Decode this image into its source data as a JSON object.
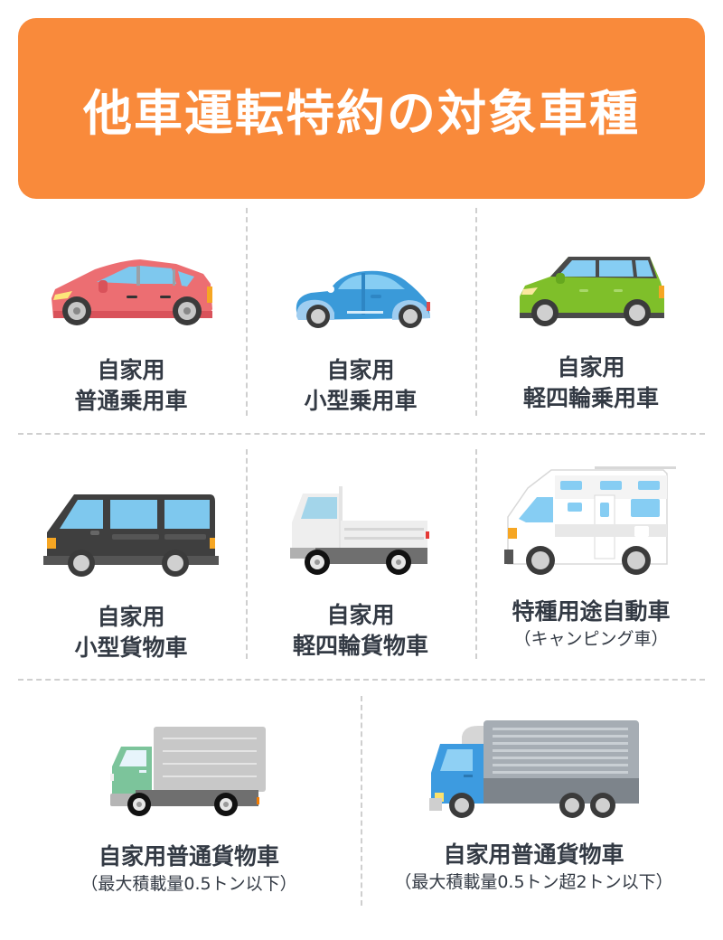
{
  "header": {
    "title": "他車運転特約の対象車種",
    "background_color": "#f98a3b"
  },
  "vehicles": [
    {
      "icon": "red-sedan-icon",
      "line1": "自家用",
      "line2": "普通乗用車",
      "note": ""
    },
    {
      "icon": "blue-compact-car-icon",
      "line1": "自家用",
      "line2": "小型乗用車",
      "note": ""
    },
    {
      "icon": "green-kei-car-icon",
      "line1": "自家用",
      "line2": "軽四輪乗用車",
      "note": ""
    },
    {
      "icon": "black-van-icon",
      "line1": "自家用",
      "line2": "小型貨物車",
      "note": ""
    },
    {
      "icon": "white-kei-truck-icon",
      "line1": "自家用",
      "line2": "軽四輪貨物車",
      "note": ""
    },
    {
      "icon": "camper-icon",
      "line1": "特種用途自動車",
      "line2": "",
      "note": "（キャンピング車）"
    },
    {
      "icon": "green-box-truck-icon",
      "line1": "自家用普通貨物車",
      "line2": "",
      "note": "（最大積載量0.5トン以下）"
    },
    {
      "icon": "blue-large-truck-icon",
      "line1": "自家用普通貨物車",
      "line2": "",
      "note": "（最大積載量0.5トン超2トン以下）"
    }
  ]
}
